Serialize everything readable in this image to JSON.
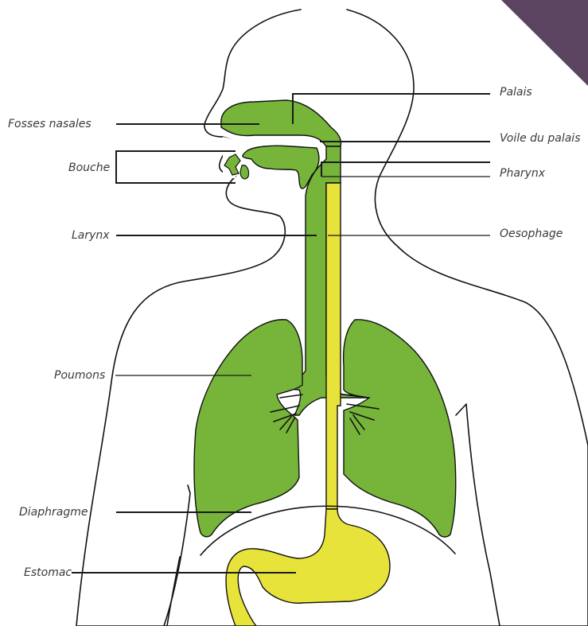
{
  "labels": {
    "fosses_nasales": "Fosses nasales",
    "bouche": "Bouche",
    "larynx": "Larynx",
    "poumons": "Poumons",
    "diaphragme": "Diaphragme",
    "estomac": "Estomac",
    "palais": "Palais",
    "voile_du_palais": "Voile du palais",
    "pharynx": "Pharynx",
    "oesophage": "Oesophage"
  },
  "colors": {
    "airway_green": "#76b53a",
    "digestive_yellow": "#e8e33a",
    "body_fill": "#f9f9f9",
    "outline": "#111111",
    "corner_accent": "#5a4460"
  }
}
